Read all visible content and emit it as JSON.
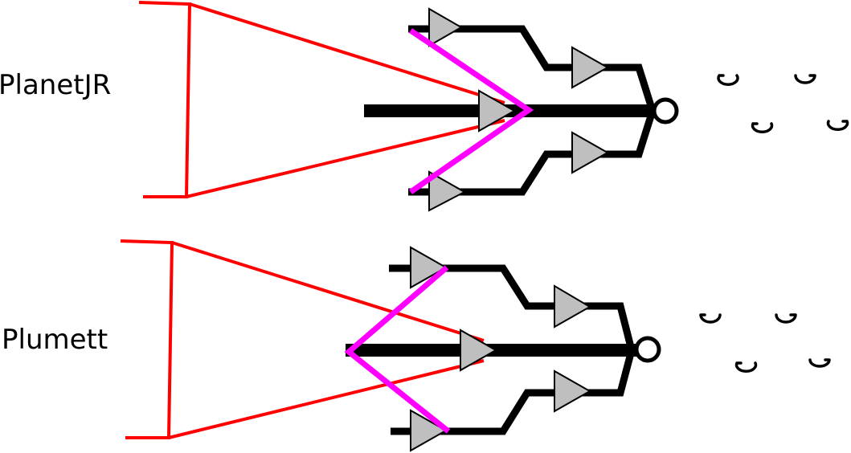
{
  "labels": {
    "planter_top": "PlanetJR",
    "planter_bottom": "Plumett"
  },
  "colors": {
    "frame": "#ff0000",
    "blade": "#ff00ff",
    "shank": "#000000",
    "tine": "#bfbfbf"
  },
  "icons": {
    "seed": "u-shaped-seed-glyph"
  }
}
